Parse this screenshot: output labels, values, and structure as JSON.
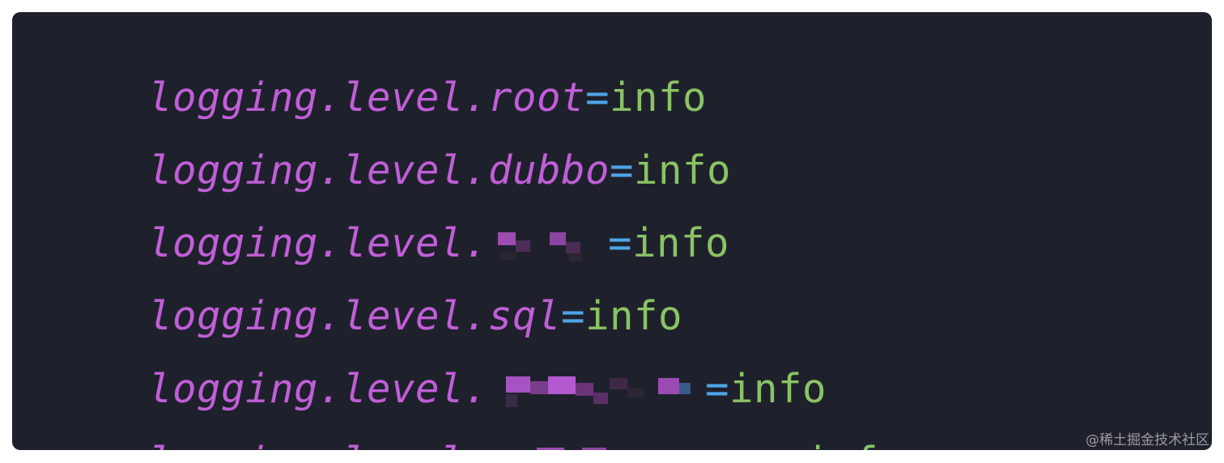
{
  "lines": [
    {
      "key": "logging.level.root",
      "eq": "=",
      "value": "info"
    },
    {
      "key": "logging.level.dubbo",
      "eq": "=",
      "value": "info"
    },
    {
      "key": "logging.level.",
      "eq": "=",
      "value": "info",
      "redacted": true
    },
    {
      "key": "logging.level.sql",
      "eq": "=",
      "value": "info"
    },
    {
      "key": "logging.level.",
      "eq": "=",
      "value": "info",
      "redacted": true
    },
    {
      "key": "logging.level.",
      "eq": "=",
      "value": "info",
      "redacted": true
    }
  ],
  "watermark": "@稀土掘金技术社区",
  "colors": {
    "background": "#1e212b",
    "key": "#c15ed8",
    "operator": "#4ea4e8",
    "value": "#8cc265"
  }
}
